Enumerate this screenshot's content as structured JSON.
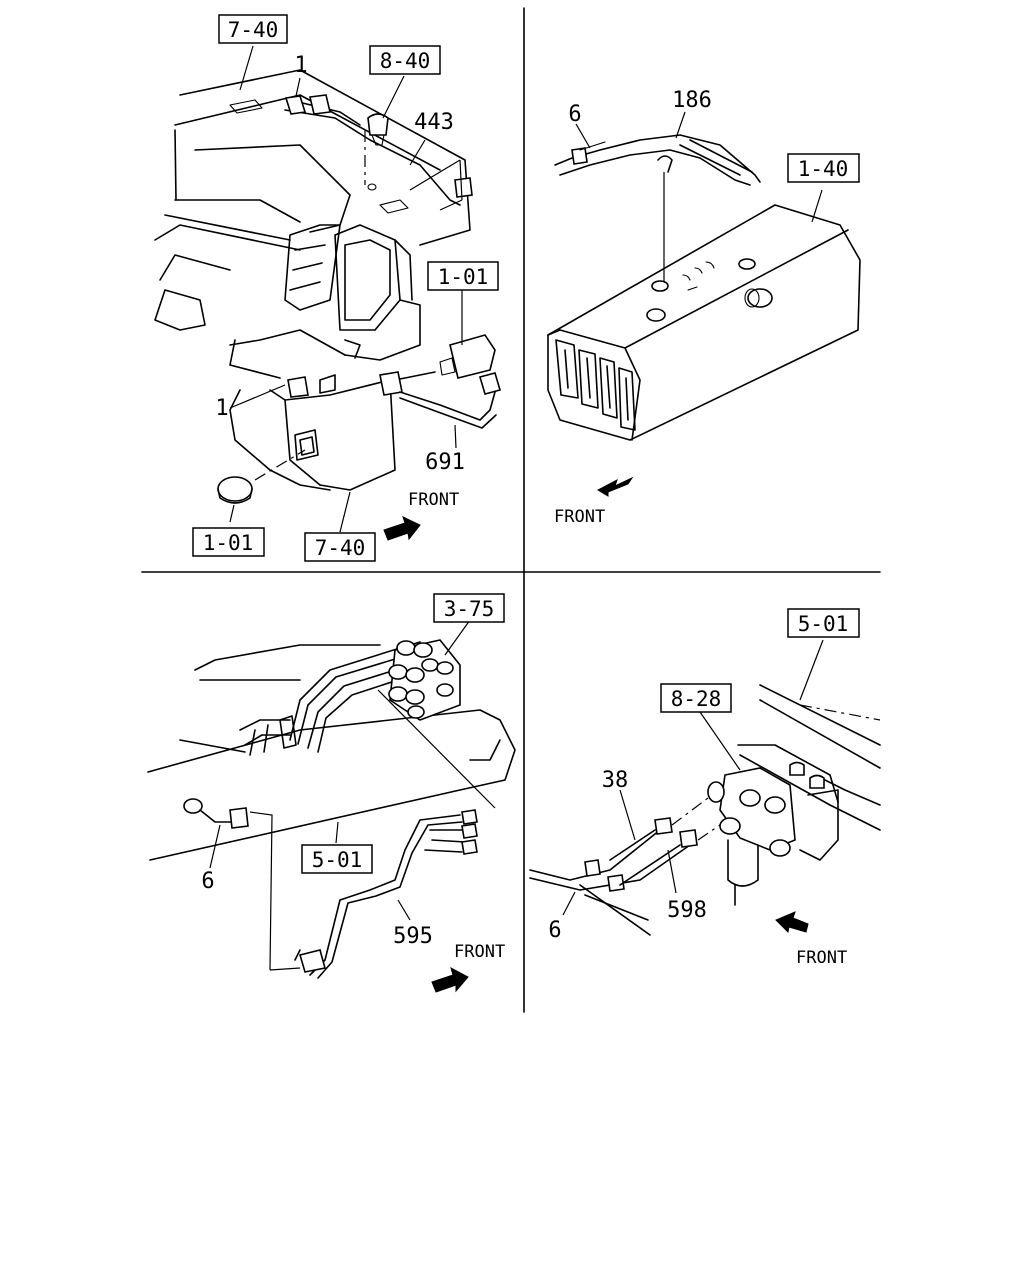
{
  "panels": {
    "top_left": {
      "refs": [
        "7-40",
        "8-40",
        "1-01",
        "1-01",
        "7-40"
      ],
      "parts": [
        "1",
        "443",
        "1",
        "691"
      ],
      "direction": "FRONT"
    },
    "top_right": {
      "refs": [
        "1-40"
      ],
      "parts": [
        "6",
        "186"
      ],
      "direction": "FRONT"
    },
    "bottom_left": {
      "refs": [
        "3-75",
        "5-01"
      ],
      "parts": [
        "6",
        "595"
      ],
      "direction": "FRONT"
    },
    "bottom_right": {
      "refs": [
        "5-01",
        "8-28"
      ],
      "parts": [
        "38",
        "598",
        "6"
      ],
      "direction": "FRONT"
    }
  }
}
